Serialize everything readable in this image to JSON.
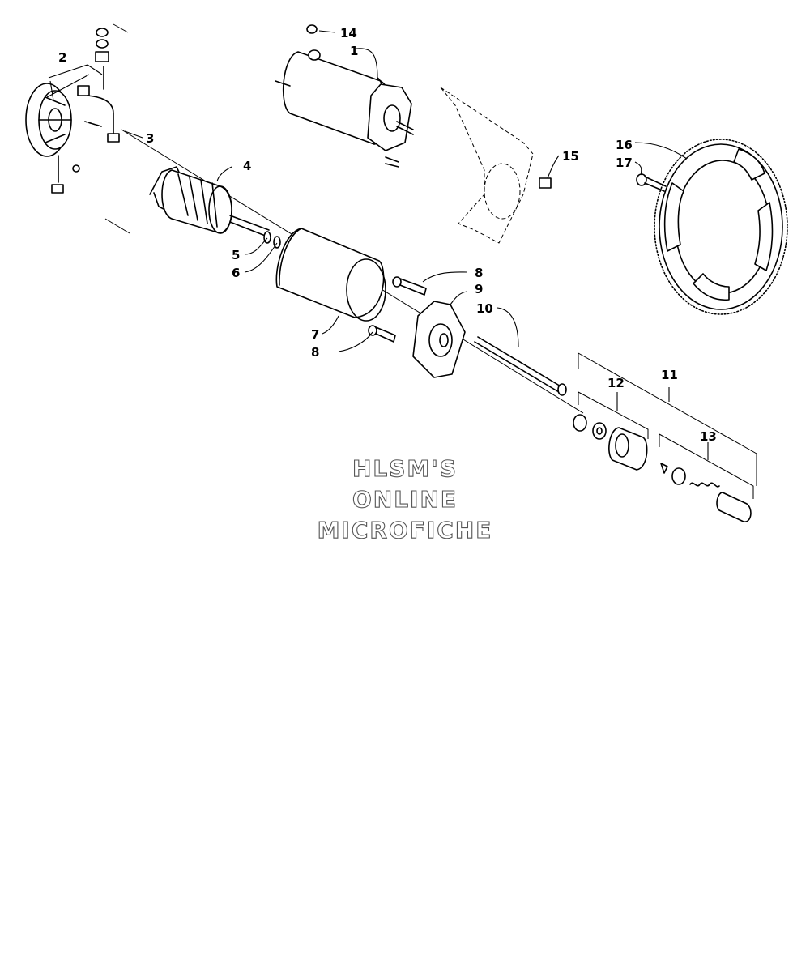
{
  "callouts": [
    "1",
    "2",
    "3",
    "4",
    "5",
    "6",
    "7",
    "8",
    "8",
    "9",
    "10",
    "11",
    "12",
    "13",
    "14",
    "15",
    "16",
    "17"
  ],
  "watermark": {
    "line1": "HLSM'S",
    "line2": "ONLINE",
    "line3": "MICROFICHE"
  }
}
